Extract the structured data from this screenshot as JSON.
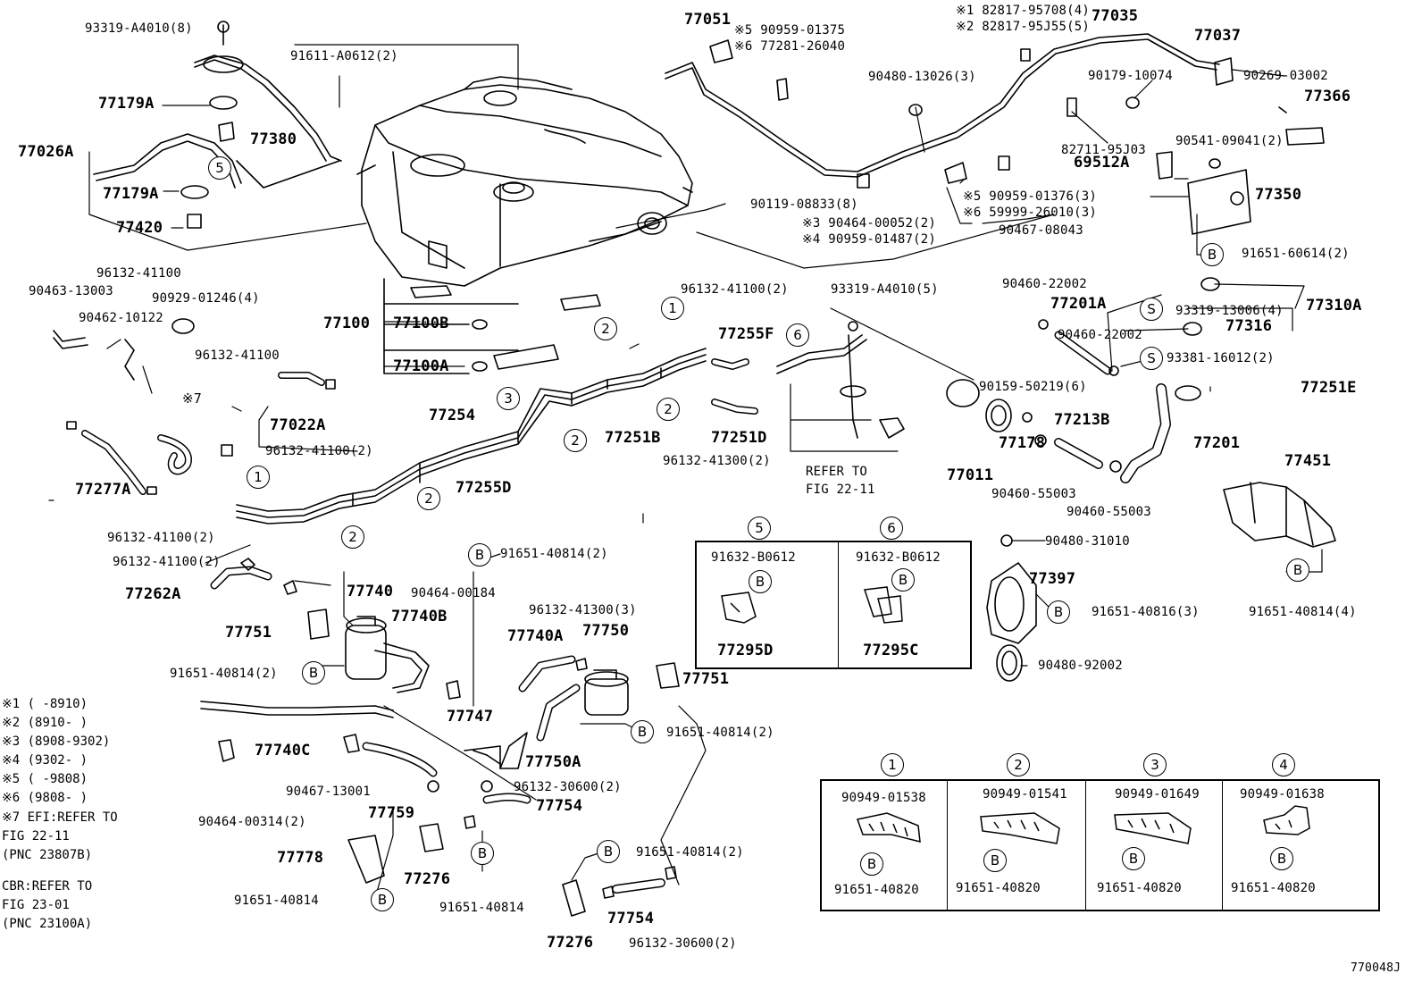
{
  "diagram_id": "770048J",
  "circle_labels": {
    "B": "B",
    "S": "S",
    "n1": "1",
    "n2": "2",
    "n3": "3",
    "n4": "4",
    "n5": "5",
    "n6": "6"
  },
  "parts": {
    "p93319_A4010_8": "93319-A4010(8)",
    "p91611_A0612_2": "91611-A0612(2)",
    "p77179A_top": "77179A",
    "p77380": "77380",
    "p77026A": "77026A",
    "p77179A_bot": "77179A",
    "p77420": "77420",
    "p77051": "77051",
    "p90959_01375": "※5 90959-01375",
    "p77281_26040": "※6 77281-26040",
    "p82817_95708": "※1 82817-95708(4)",
    "p82817_95J55": "※2 82817-95J55(5)",
    "p77035": "77035",
    "p77037": "77037",
    "p90480_13026": "90480-13026(3)",
    "p90179_10074": "90179-10074",
    "p90269_03002": "90269-03002",
    "p77366": "77366",
    "p82711_95J03": "82711-95J03",
    "p90541_09041": "90541-09041(2)",
    "p69512A": "69512A",
    "p77350": "77350",
    "p90119_08833": "90119-08833(8)",
    "p90959_01376": "※5 90959-01376(3)",
    "p59999_26010": "※6 59999-26010(3)",
    "p90464_00052": "※3 90464-00052(2)",
    "p90959_01487": "※4 90959-01487(2)",
    "p90467_08043": "90467-08043",
    "p91651_60614": "91651-60614(2)",
    "p96132_41100_a": "96132-41100",
    "p90463_13003": "90463-13003",
    "p90929_01246": "90929-01246(4)",
    "p90462_10122": "90462-10122",
    "p77100": "77100",
    "p77100B": "77100B",
    "p77100A": "77100A",
    "p96132_41100_b": "96132-41100",
    "p96132_41100_2a": "96132-41100(2)",
    "p93319_A4010_5": "93319-A4010(5)",
    "p90460_22002_a": "90460-22002",
    "p77201A": "77201A",
    "p77310A": "77310A",
    "p93319_13006": "93319-13006(4)",
    "p77316": "77316",
    "p90460_22002_b": "90460-22002",
    "p93381_16012": "93381-16012(2)",
    "p77255F": "77255F",
    "p7_mark": "※7",
    "p77022A": "77022A",
    "p96132_41100_2b": "96132-41100(2)",
    "p77254": "77254",
    "p77251B": "77251B",
    "p77251D": "77251D",
    "p96132_41300_2": "96132-41300(2)",
    "p_refer": "REFER TO",
    "p_fig": "FIG 22-11",
    "p90159_50219": "90159-50219(6)",
    "p77178": "77178",
    "p77213B": "77213B",
    "p77011": "77011",
    "p90460_55003_a": "90460-55003",
    "p90460_55003_b": "90460-55003",
    "p77201": "77201",
    "p77251E": "77251E",
    "p77451": "77451",
    "p77277A": "77277A",
    "p77255D": "77255D",
    "p96132_41100_2c": "96132-41100(2)",
    "p96132_41100_2d": "96132-41100(2)",
    "p91651_40814_2a": "91651-40814(2)",
    "p90480_31010": "90480-31010",
    "p77397": "77397",
    "p91651_40816_3": "91651-40816(3)",
    "p91651_40814_4": "91651-40814(4)",
    "p90480_92002": "90480-92002",
    "p77262A": "77262A",
    "p77740": "77740",
    "p90464_00184": "90464-00184",
    "p77740B": "77740B",
    "p96132_41300_3": "96132-41300(3)",
    "p77751_left": "77751",
    "p77740A": "77740A",
    "p77750": "77750",
    "p91651_40814_2b": "91651-40814(2)",
    "p77751_right": "77751",
    "p77747": "77747",
    "p77740C": "77740C",
    "p77750A": "77750A",
    "p91651_40814_2c": "91651-40814(2)",
    "p90467_13001": "90467-13001",
    "p96132_30600_2a": "96132-30600(2)",
    "p77759": "77759",
    "p77754_a": "77754",
    "p90464_00314": "90464-00314(2)",
    "p77778": "77778",
    "p77276_a": "77276",
    "p91651_40814_2d": "91651-40814(2)",
    "p91651_40814_a": "91651-40814",
    "p91651_40814_b": "91651-40814",
    "p77754_b": "77754",
    "p77276_b": "77276",
    "p96132_30600_2b": "96132-30600(2)"
  },
  "inset_5_6": {
    "c5_part": "91632-B0612",
    "c5_item": "77295D",
    "c6_part": "91632-B0612",
    "c6_item": "77295C"
  },
  "clamp_table": [
    {
      "num": "1",
      "part": "90949-01538",
      "bolt": "91651-40820"
    },
    {
      "num": "2",
      "part": "90949-01541",
      "bolt": "91651-40820"
    },
    {
      "num": "3",
      "part": "90949-01649",
      "bolt": "91651-40820"
    },
    {
      "num": "4",
      "part": "90949-01638",
      "bolt": "91651-40820"
    }
  ],
  "notes": [
    "※1 (     -8910)",
    "※2 (8910-     )",
    "※3 (8908-9302)",
    "※4 (9302-     )",
    "※5 (     -9808)",
    "※6 (9808-     )",
    "※7   EFI:REFER TO",
    "      FIG  22-11",
    "      (PNC 23807B)",
    "     CBR:REFER TO",
    "      FIG  23-01",
    "      (PNC 23100A)"
  ]
}
